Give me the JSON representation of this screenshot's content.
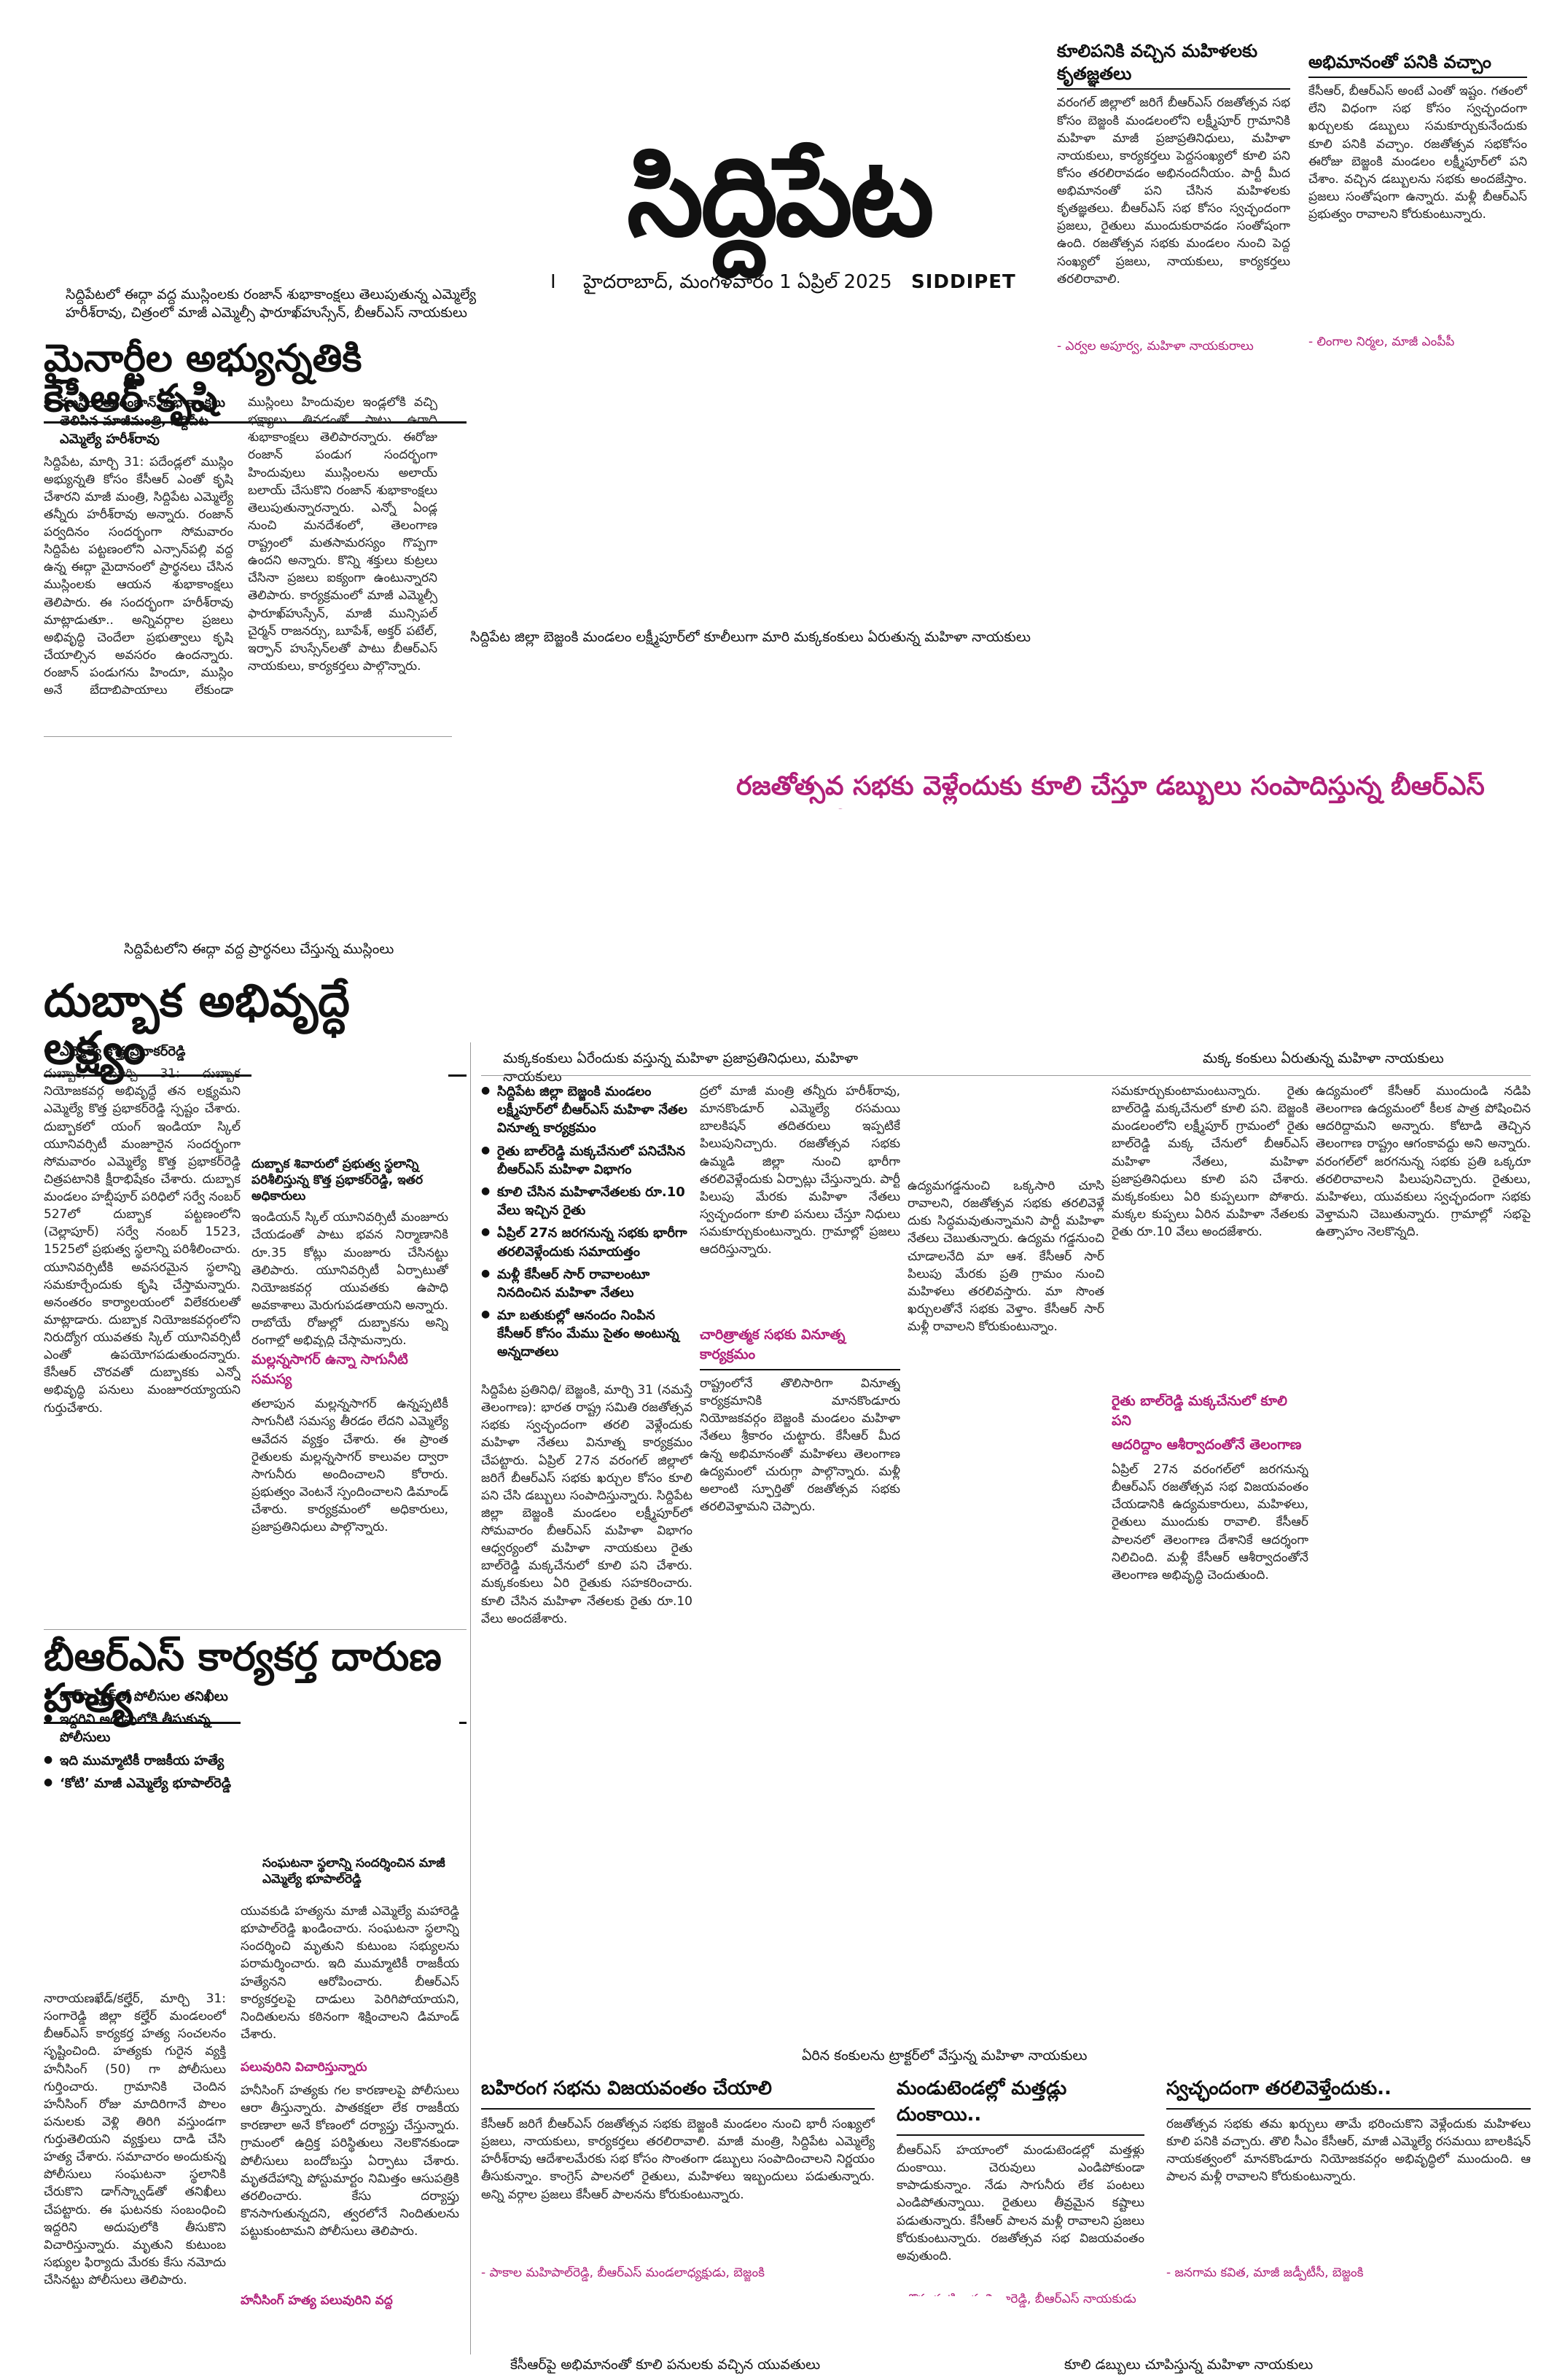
{
  "masthead": {
    "title": "సిద్దిపేట",
    "roman": "I",
    "date": "హైదరాబాద్, మంగళవారం 1 ఏప్రిల్ 2025",
    "english": "SIDDIPET"
  },
  "top_left": {
    "caption": "సిద్దిపేటలో ఈద్గా వద్ద ముస్లింలకు రంజాన్ శుభాకాంక్షలు తెలుపుతున్న ఎమ్మెల్యే హరీశ్‌రావు, చిత్రంలో మాజీ ఎమ్మెల్సీ ఫారూఖ్‌హుస్సేన్, బీఆర్ఎస్ నాయకులు",
    "headline": "మైనార్టీల అభ్యున్నతికి కేసీఆర్ కృషి",
    "bullets": [
      "ముస్లింలకు రంజాన్ శుభాకాంక్షలు తెలిపిన మాజీమంత్రి, సిద్దిపేట ఎమ్మెల్యే హరీశ్‌రావు"
    ],
    "body_a": "సిద్దిపేట, మార్చి 31: పదేండ్లలో ముస్లిం అభ్యున్నతి కోసం కేసీఆర్ ఎంతో కృషి చేశారని మాజీ మంత్రి, సిద్దిపేట ఎమ్మెల్యే తన్నీరు హరీశ్‌రావు అన్నారు. రంజాన్ పర్వదినం సందర్భంగా సోమవారం సిద్దిపేట పట్టణంలోని ఎన్సాన్‌పల్లి వద్ద ఉన్న ఈద్గా మైదానంలో ప్రార్థనలు చేసిన ముస్లింలకు ఆయన శుభాకాంక్షలు తెలిపారు. ఈ సందర్భంగా హరీశ్‌రావు మాట్లాడుతూ.. అన్నివర్గాల ప్రజలు అభివృద్ధి చెందేలా ప్రభుత్వాలు కృషి చేయాల్సిన అవసరం ఉందన్నారు. రంజాన్ పండుగను హిందూ, ముస్లిం అనే భేదాభిప్రాయాలు లేకుండా చేసుకోవడం, నిన్న ఉగాది రోజు",
    "body_b": "ముస్లింలు హిందువుల ఇండ్లలోకి వచ్చి భక్ష్యాలు తినడంతో పాటు ఉగాది శుభాకాంక్షలు తెలిపారన్నారు. ఈరోజు రంజాన్ పండుగ సందర్భంగా హిందువులు ముస్లింలను అలాయ్ బలాయ్ చేసుకొని రంజాన్ శుభాకాంక్షలు తెలుపుతున్నారన్నారు. ఎన్నో ఏండ్ల నుంచి మనదేశంలో, తెలంగాణ రాష్ట్రంలో మతసామరస్యం గొప్పగా ఉందని అన్నారు. కొన్ని శక్తులు కుట్రలు చేసినా ప్రజలు ఐక్యంగా ఉంటున్నారని తెలిపారు. కార్యక్రమంలో మాజీ ఎమ్మెల్సీ ఫారూఖ్‌హుస్సేన్, మాజీ మున్సిపల్ చైర్మన్ రాజనర్సు, బూపేశ్, అక్తర్ పటేల్, ఇర్ఫాన్ హుస్సేన్‌లతో పాటు బీఆర్ఎస్ నాయకులు, కార్యకర్తలు పాల్గొన్నారు."
  },
  "top_right_1": {
    "title": "కూలిపనికి వచ్చిన మహిళలకు కృతజ్ఞతలు",
    "body": "వరంగల్ జిల్లాలో జరిగే బీఆర్ఎస్ రజతోత్సవ సభ కోసం బెజ్జంకి మండలంలోని లక్ష్మీపూర్ గ్రామానికి మహిళా మాజీ ప్రజాప్రతినిధులు, మహిళా నాయకులు, కార్యకర్తలు పెద్దసంఖ్యలో కూలి పని కోసం తరలిరావడం అభినందనీయం. పార్టీ మీద అభిమానంతో పని చేసిన మహిళలకు కృతజ్ఞతలు. బీఆర్ఎస్ సభ కోసం స్వచ్ఛందంగా ప్రజలు, రైతులు ముందుకురావడం సంతోషంగా ఉంది. రజతోత్సవ సభకు మండలం నుంచి పెద్ద సంఖ్యలో ప్రజలు, నాయకులు, కార్యకర్తలు తరలిరావాలి.",
    "signature": "- ఎర్వల అపూర్వ, మహిళా నాయకురాలు"
  },
  "top_right_2": {
    "title": "అభిమానంతో పనికి వచ్చాం",
    "body": "కేసీఆర్, బీఆర్ఎస్ అంటే ఎంతో ఇష్టం. గతంలో లేని విధంగా సభ కోసం స్వచ్ఛందంగా ఖర్చులకు డబ్బులు సమకూర్చుకునేందుకు కూలి పనికి వచ్చాం. రజతోత్సవ సభకోసం ఈరోజు బెజ్జంకి మండలం లక్ష్మీపూర్‌లో పని చేశాం. వచ్చిన డబ్బులను సభకు అందజేస్తాం. ప్రజలు సంతోషంగా ఉన్నారు. మళ్లీ బీఆర్ఎస్ ప్రభుత్వం రావాలని కోరుకుంటున్నారు.",
    "signature": "- లింగాల నిర్మల, మాజీ ఎంపీపీ"
  },
  "photo_caption_top": "సిద్దిపేట జిల్లా బెజ్జంకి మండలం లక్ష్మీపూర్‌లో కూలీలుగా మారి మక్కకంకులు ఏరుతున్న మహిళా నాయకులు",
  "banner": "రజతోత్సవ సభకు వెళ్లేందుకు కూలి చేస్తూ డబ్బులు సంపాదిస్తున్న బీఆర్ఎస్ మహిళా నేతలు",
  "dubbaka": {
    "caption": "సిద్దిపేటలోని ఈద్గా వద్ద ప్రార్థనలు చేస్తున్న ముస్లింలు",
    "headline": "దుబ్బాక అభివృద్ధే లక్ష్యం",
    "bullets": [
      "ఎమ్మెల్యే కొత్త ప్రభాకర్‌రెడ్డి"
    ],
    "body_a": "దుబ్బాక, మార్చి 31: దుబ్బాక నియోజకవర్గ అభివృద్ధే తన లక్ష్యమని ఎమ్మెల్యే కొత్త ప్రభాకర్‌రెడ్డి స్పష్టం చేశారు. దుబ్బాకలో యంగ్ ఇండియా స్కిల్ యూనివర్సిటీ మంజూరైన సందర్భంగా సోమవారం ఎమ్మెల్యే కొత్త ప్రభాకర్‌రెడ్డి చిత్రపటానికి క్షీరాభిషేకం చేశారు. దుబ్బాక మండలం హబ్షీపూర్ పరిధిలో సర్వే నంబర్ 527లో దుబ్బాక పట్టణంలోని (చెల్లాపూర్) సర్వే నంబర్ 1523, 1525లో ప్రభుత్వ స్థలాన్ని పరిశీలించారు. యూనివర్సిటీకి అవసరమైన స్థలాన్ని సమకూర్చేందుకు కృషి చేస్తామన్నారు. అనంతరం కార్యాలయంలో విలేకరులతో మాట్లాడారు. దుబ్బాక నియోజకవర్గంలోని నిరుద్యోగ యువతకు స్కిల్ యూనివర్సిటీ ఎంతో ఉపయోగపడుతుందన్నారు. కేసీఆర్ చొరవతో దుబ్బాకకు ఎన్నో అభివృద్ధి పనులు మంజూరయ్యాయని గుర్తుచేశారు.",
    "box_line": "దుబ్బాక శివారులో ప్రభుత్వ స్థలాన్ని పరిశీలిస్తున్న కొత్త ప్రభాకర్‌రెడ్డి, ఇతర అధికారులు",
    "body_b": "ఇండియన్ స్కిల్ యూనివర్సిటీ మంజూరు చేయడంతో పాటు భవన నిర్మాణానికి రూ.35 కోట్లు మంజూరు చేసినట్టు తెలిపారు. యూనివర్సిటీ ఏర్పాటుతో నియోజకవర్గ యువతకు ఉపాధి అవకాశాలు మెరుగుపడతాయని అన్నారు. రాబోయే రోజుల్లో దుబ్బాకను అన్ని రంగాల్లో అభివృద్ధి చేస్తామన్నారు.",
    "subhead": "మల్లన్నసాగర్ ఉన్నా సాగునీటి సమస్య",
    "body_c": "తలాపున మల్లన్నసాగర్ ఉన్నప్పటికీ సాగునీటి సమస్య తీరడం లేదని ఎమ్మెల్యే ఆవేదన వ్యక్తం చేశారు. ఈ ప్రాంత రైతులకు మల్లన్నసాగర్ కాలువల ద్వారా సాగునీరు అందించాలని కోరారు. ప్రభుత్వం వెంటనే స్పందించాలని డిమాండ్ చేశారు. కార్యక్రమంలో అధికారులు, ప్రజాప్రతినిధులు పాల్గొన్నారు."
  },
  "murder": {
    "headline": "బీఆర్ఎస్ కార్యకర్త దారుణ హత్య",
    "bullets": [
      "డాగ్‌స్క్వాడ్‌తో పోలీసుల తనిఖీలు",
      "ఇద్దరిని అదుపులోకి తీసుకున్న పోలీసులు",
      "ఇది ముమ్మాటికీ రాజకీయ హత్యే",
      "‘కోటి’ మాజీ ఎమ్మెల్యే భూపాల్‌రెడ్డి"
    ],
    "caption": "సంఘటనా స్థలాన్ని సందర్శించిన మాజీ ఎమ్మెల్యే భూపాల్‌రెడ్డి",
    "body_a": "నారాయణఖేడ్/కల్హేర్, మార్చి 31: సంగారెడ్డి జిల్లా కల్హేర్ మండలంలో బీఆర్ఎస్ కార్యకర్త హత్య సంచలనం సృష్టించింది. హత్యకు గురైన వ్యక్తి హనీసింగ్ (50) గా పోలీసులు గుర్తించారు. గ్రామానికి చెందిన హనీసింగ్ రోజు మాదిరిగానే పొలం పనులకు వెళ్లి తిరిగి వస్తుండగా గుర్తుతెలియని వ్యక్తులు దాడి చేసి హత్య చేశారు. సమాచారం అందుకున్న పోలీసులు సంఘటనా స్థలానికి చేరుకొని డాగ్‌స్క్వాడ్‌తో తనిఖీలు చేపట్టారు. ఈ ఘటనకు సంబంధించి ఇద్దరిని అదుపులోకి తీసుకొని విచారిస్తున్నారు. మృతుని కుటుంబ సభ్యుల ఫిర్యాదు మేరకు కేసు నమోదు చేసినట్టు పోలీసులు తెలిపారు.",
    "subhead_a": "హనీసింగ్ హత్య పలువురిని వద్ద",
    "body_b": "యువకుడి హత్యను మాజీ ఎమ్మెల్యే మహారెడ్డి భూపాల్‌రెడ్డి ఖండించారు. సంఘటనా స్థలాన్ని సందర్శించి మృతుని కుటుంబ సభ్యులను పరామర్శించారు. ఇది ముమ్మాటికీ రాజకీయ హత్యేనని ఆరోపించారు. బీఆర్ఎస్ కార్యకర్తలపై దాడులు పెరిగిపోయాయని, నిందితులను కఠినంగా శిక్షించాలని డిమాండ్ చేశారు.",
    "subhead_b": "పలువురిని విచారిస్తున్నారు",
    "body_c": "హనీసింగ్ హత్యకు గల కారణాలపై పోలీసులు ఆరా తీస్తున్నారు. పాతకక్షలా లేక రాజకీయ కారణాలా అనే కోణంలో దర్యాప్తు చేస్తున్నారు. గ్రామంలో ఉద్రిక్త పరిస్థితులు నెలకొనకుండా పోలీసులు బందోబస్తు ఏర్పాటు చేశారు. మృతదేహాన్ని పోస్టుమార్టం నిమిత్తం ఆసుపత్రికి తరలించారు. కేసు దర్యాప్తు కొనసాగుతున్నదని, త్వరలోనే నిందితులను పట్టుకుంటామని పోలీసులు తెలిపారు."
  },
  "middle": {
    "caption_a": "మక్కకంకులు ఏరేందుకు వస్తున్న మహిళా ప్రజాప్రతినిధులు, మహిళా నాయకులు",
    "caption_b": "మక్క కంకులు ఏరుతున్న మహిళా నాయకులు",
    "bullets": [
      "సిద్దిపేట జిల్లా బెజ్జంకి మండలం లక్ష్మీపూర్‌లో బీఆర్ఎస్ మహిళా నేతల వినూత్న కార్యక్రమం",
      "రైతు బాల్‌రెడ్డి మక్కచేనులో పనిచేసిన బీఆర్ఎస్ మహిళా విభాగం",
      "కూలి చేసిన మహిళానేతలకు రూ.10 వేలు ఇచ్చిన రైతు",
      "ఏప్రిల్ 27న జరగనున్న సభకు భారీగా తరలివెళ్లేందుకు సమాయత్తం",
      "మళ్లీ కేసీఆర్ సార్ రావాలంటూ నినదించిన మహిళా నేతలు",
      "మా బతుకుల్లో ఆనందం నింపిన కేసీఆర్ కోసం మేము సైతం అంటున్న అన్నదాతలు"
    ],
    "body_a": "సిద్దిపేట ప్రతినిధి/ బెజ్జంకి, మార్చి 31 (నమస్తే తెలంగాణ): భారత రాష్ట్ర సమితి రజతోత్సవ సభకు స్వచ్ఛందంగా తరలి వెళ్లేందుకు మహిళా నేతలు వినూత్న కార్యక్రమం చేపట్టారు. ఏప్రిల్ 27న వరంగల్ జిల్లాలో జరిగే బీఆర్ఎస్ సభకు ఖర్చుల కోసం కూలి పని చేసి డబ్బులు సంపాదిస్తున్నారు. సిద్దిపేట జిల్లా బెజ్జంకి మండలం లక్ష్మీపూర్‌లో సోమవారం బీఆర్ఎస్ మహిళా విభాగం ఆధ్వర్యంలో మహిళా నాయకులు రైతు బాల్‌రెడ్డి మక్కచేనులో కూలి పని చేశారు. మక్కకంకులు ఏరి రైతుకు సహకరించారు. కూలి చేసిన మహిళా నేతలకు రైతు రూ.10 వేలు అందజేశారు.",
    "body_b": "ద్రలో మాజీ మంత్రి తన్నీరు హరీశ్‌రావు, మానకొండూర్ ఎమ్మెల్యే రసమయి బాలకిషన్ తదితరులు ఇప్పటికే పిలుపునిచ్చారు. రజతోత్సవ సభకు ఉమ్మడి జిల్లా నుంచి భారీగా తరలివెళ్లేందుకు ఏర్పాట్లు చేస్తున్నారు. పార్టీ పిలుపు మేరకు మహిళా నేతలు స్వచ్ఛందంగా కూలి పనులు చేస్తూ నిధులు సమకూర్చుకుంటున్నారు. గ్రామాల్లో ప్రజలు ఆదరిస్తున్నారు.",
    "box_subhead": "చారిత్రాత్మక సభకు వినూత్న కార్యక్రమం",
    "body_c": "రాష్ట్రంలోనే తొలిసారిగా వినూత్న కార్యక్రమానికి మానకొండూరు నియోజకవర్గం బెజ్జంకి మండలం మహిళా నేతలు శ్రీకారం చుట్టారు. కేసీఆర్ మీద ఉన్న అభిమానంతో మహిళలు తెలంగాణ ఉద్యమంలో చురుగ్గా పాల్గొన్నారు. మళ్లీ అలాంటి స్ఫూర్తితో రజతోత్సవ సభకు తరలివెళ్తామని చెప్పారు.",
    "body_d": "ఉద్యమగడ్డనుంచి ఒక్కసారి చూసి రావాలని, రజతోత్సవ సభకు తరలివెళ్లే దుకు సిద్ధమవుతున్నామని పార్టీ మహిళా నేతలు చెబుతున్నారు. ఉద్యమ గడ్డనుంచి చూడాలనేది మా ఆశ. కేసీఆర్ సార్ పిలుపు మేరకు ప్రతి గ్రామం నుంచి మహిళలు తరలివస్తారు. మా సొంత ఖర్చులతోనే సభకు వెళ్తాం. కేసీఆర్ సార్ మళ్లీ రావాలని కోరుకుంటున్నాం.",
    "body_e": "సమకూర్చుకుంటామంటున్నారు. రైతు బాల్‌రెడ్డి మక్కచేనులో కూలి పని. బెజ్జంకి మండలంలోని లక్ష్మీపూర్ గ్రామంలో రైతు బాల్‌రెడ్డి మక్క చేనులో బీఆర్ఎస్ మహిళా నేతలు, మహిళా ప్రజాప్రతినిధులు కూలి పని చేశారు. మక్కకంకులు ఏరి కుప్పలుగా పోశారు. మక్కల కుప్పలు ఏరిన మహిళా నేతలకు రైతు రూ.10 వేలు అందజేశారు.",
    "subhead_e1": "రైతు బాల్‌రెడ్డి మక్కచేనులో కూలి పని",
    "subhead_e2": "ఆదరిద్దాం ఆశీర్వాదంతోనే తెలంగాణ",
    "body_f": "ఏప్రిల్ 27న వరంగల్‌లో జరగనున్న బీఆర్ఎస్ రజతోత్సవ సభ విజయవంతం చేయడానికి ఉద్యమకారులు, మహిళలు, రైతులు ముందుకు రావాలి. కేసీఆర్ పాలనలో తెలంగాణ దేశానికే ఆదర్శంగా నిలిచింది. మళ్లీ కేసీఆర్ ఆశీర్వాదంతోనే తెలంగాణ అభివృద్ధి చెందుతుంది.",
    "body_g": "ఉద్యమంలో కేసీఆర్ ముందుండి నడిపి తెలంగాణ ఉద్యమంలో కీలక పాత్ర పోషించిన ఆదరిద్దామని అన్నారు. కోటాడి తెచ్చిన తెలంగాణ రాష్ట్రం ఆగంకావద్దు అని అన్నారు. వరంగల్‌లో జరగనున్న సభకు ప్రతి ఒక్కరూ తరలిరావాలని పిలుపునిచ్చారు. రైతులు, మహిళలు, యువకులు స్వచ్ఛందంగా సభకు వెళ్తామని చెబుతున్నారు. గ్రామాల్లో సభపై ఉత్సాహం నెలకొన్నది."
  },
  "bottom": {
    "caption_tractor": "ఏరిన కంకులను ట్రాక్టర్‌లో వేస్తున్న మహిళా నాయకులు",
    "col1_title": "బహిరంగ సభను విజయవంతం చేయాలి",
    "col1_body": "కేసీఆర్ జరిగే బీఆర్ఎస్ రజతోత్సవ సభకు బెజ్జంకి మండలం నుంచి భారీ సంఖ్యలో ప్రజలు, నాయకులు, కార్యకర్తలు తరలిరావాలి. మాజీ మంత్రి, సిద్దిపేట ఎమ్మెల్యే హరీశ్‌రావు ఆదేశాలమేరకు సభ కోసం సొంతంగా డబ్బులు సంపాదించాలని నిర్ణయం తీసుకున్నాం. కాంగ్రెస్ పాలనలో రైతులు, మహిళలు ఇబ్బందులు పడుతున్నారు. అన్ని వర్గాల ప్రజలు కేసీఆర్ పాలనను కోరుకుంటున్నారు.",
    "col1_sig": "- పాకాల మహిపాల్‌రెడ్డి, బీఆర్ఎస్ మండలాధ్యక్షుడు, బెజ్జంకి",
    "col2_title": "మండుటెండల్లో మత్తడ్లు దుంకాయి..",
    "col2_body": "బీఆర్ఎస్ హయాంలో మండుటెండల్లో మత్తళ్లు దుంకాయి. చెరువులు ఎండిపోకుండా కాపాడుకున్నాం. నేడు సాగునీరు లేక పంటలు ఎండిపోతున్నాయి. రైతులు తీవ్రమైన కష్టాలు పడుతున్నారు. కేసీఆర్ పాలన మళ్లీ రావాలని ప్రజలు కోరుకుంటున్నారు. రజతోత్సవ సభ విజయవంతం అవుతుంది.",
    "col2_sig": "- బొమ్మకంటి రామలింగారెడ్డి, బీఆర్ఎస్ నాయకుడు",
    "col3_title": "స్వచ్ఛందంగా తరలివెళ్తేందుకు..",
    "col3_body": "రజతోత్సవ సభకు తమ ఖర్చులు తామే భరించుకొని వెళ్లేందుకు మహిళలు కూలి పనికి వచ్చారు. తొలి సీఎం కేసీఆర్, మాజీ ఎమ్మెల్యే రసమయి బాలకిషన్ నాయకత్వంలో మానకొండూరు నియోజకవర్గం అభివృద్ధిలో ముందుంది. ఆ పాలన మళ్లీ రావాలని కోరుకుంటున్నారు.",
    "col3_sig": "- జనగామ కవిత, మాజీ జడ్పీటీసీ, బెజ్జంకి",
    "caption_bottom_left": "కేసీఆర్‌పై అభిమానంతో కూలి పనులకు వచ్చిన యువతులు",
    "caption_bottom_right": "కూలి డబ్బులు చూపిస్తున్న మహిళా నాయకులు"
  }
}
